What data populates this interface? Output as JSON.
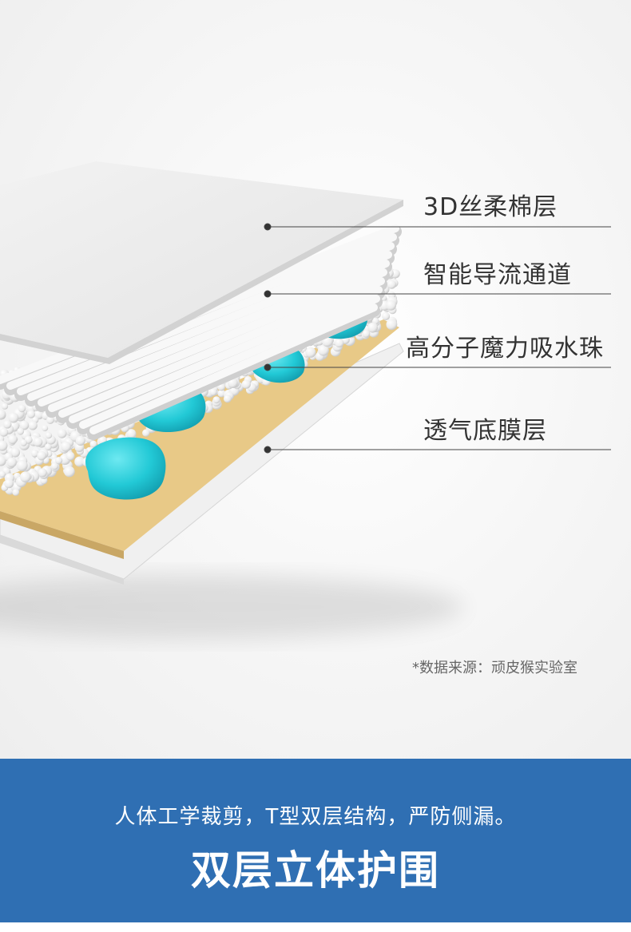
{
  "layers": [
    {
      "label": "3D丝柔棉层"
    },
    {
      "label": "智能导流通道"
    },
    {
      "label": "高分子魔力吸水珠"
    },
    {
      "label": "透气底膜层"
    }
  ],
  "source_note": "*数据来源：顽皮猴实验室",
  "banner": {
    "subtitle": "人体工学裁剪，T型双层结构，严防侧漏。",
    "title": "双层立体护围"
  },
  "colors": {
    "banner_bg": "#2f6fb3",
    "bead_color": "#ffffff",
    "gel_color": "#22c9d6",
    "backing_color": "#e8c987",
    "top_sheet_color": "#e9e9e9"
  }
}
